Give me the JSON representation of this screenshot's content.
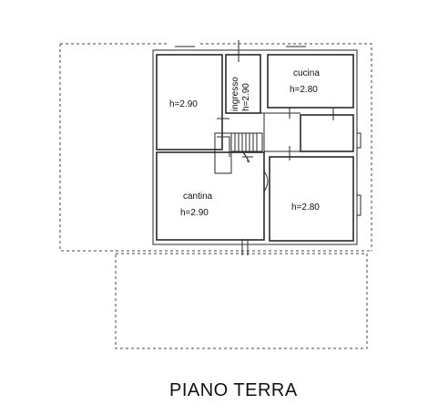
{
  "title": "PIANO TERRA",
  "rooms": {
    "room_top_left": {
      "name": "",
      "height": "h=2.90"
    },
    "ingresso": {
      "name": "ingresso",
      "height": "h=2.90"
    },
    "cucina": {
      "name": "cucina",
      "height": "h=2.80"
    },
    "cantina": {
      "name": "cantina",
      "height": "h=2.90"
    },
    "room_bottom_right": {
      "name": "",
      "height": "h=2.80"
    }
  },
  "colors": {
    "wall": "#2a2a2a",
    "background": "#ffffff",
    "dashed": "#444444"
  }
}
